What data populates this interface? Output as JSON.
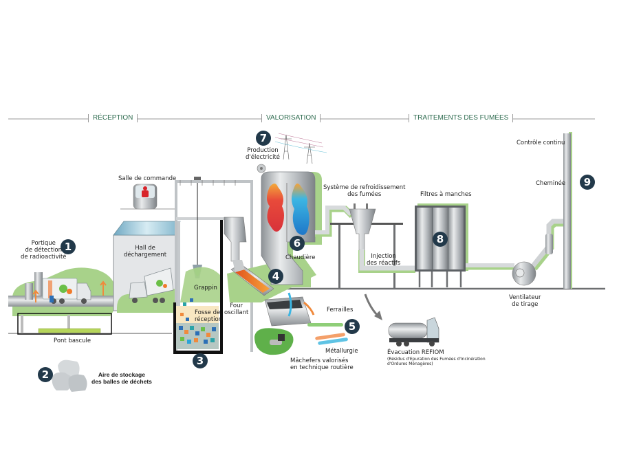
{
  "sections": [
    {
      "label": "RÉCEPTION"
    },
    {
      "label": "VALORISATION"
    },
    {
      "label": "TRAITEMENTS DES FUMÉES"
    }
  ],
  "steps": [
    {
      "number": "1",
      "label": "Portique de détection de radioactivité",
      "lines": [
        "Portique",
        "de détection",
        "de radioactivité"
      ]
    },
    {
      "number": "2",
      "label": "Aire de stockage des balles de déchets",
      "lines": [
        "Aire de stockage",
        "des balles de déchets"
      ]
    },
    {
      "number": "3",
      "label": "Fosse de réception"
    },
    {
      "number": "4",
      "label": "Four oscillant"
    },
    {
      "number": "5",
      "label": "Ferrailles / Métallurgie"
    },
    {
      "number": "6",
      "label": "Chaudière"
    },
    {
      "number": "7",
      "label": "Production d'électricité",
      "lines": [
        "Production",
        "d'électricité"
      ]
    },
    {
      "number": "8",
      "label": "Filtres à manches"
    },
    {
      "number": "9",
      "label": "Cheminée"
    }
  ],
  "labels": {
    "pont_bascule": "Pont bascule",
    "salle_de_commande": "Salle de commande",
    "hall": [
      "Hall de",
      "déchargement"
    ],
    "grappin": "Grappin",
    "fosse": [
      "Fosse de",
      "réception"
    ],
    "four": [
      "Four",
      "oscillant"
    ],
    "chaudiere": "Chaudière",
    "refroidissement": [
      "Système de refroidissement",
      "des fumées"
    ],
    "injection": [
      "Injection",
      "des réactifs"
    ],
    "filtres": "Filtres à manches",
    "ferrailles": "Ferrailles",
    "metallurgie": "Métallurgie",
    "machefers": [
      "Mâchefers valorisés",
      "en technique routière"
    ],
    "evacuation": "Évacuation REFIOM",
    "refiom_detail": [
      "(Résidus d'Epuration des Fumées d'Incinération",
      "d'Ordures Ménagères)"
    ],
    "ventilateur": [
      "Ventilateur",
      "de tirage"
    ],
    "controle": "Contrôle continu",
    "cheminee": "Cheminée"
  },
  "colors": {
    "accent_green": "#8cc46a",
    "badge_navy": "#22394a",
    "section_text": "#2e6b4f",
    "flame_red": "#e0393a",
    "flame_blue": "#2aa3d8",
    "steel": "#b8bcc0"
  }
}
